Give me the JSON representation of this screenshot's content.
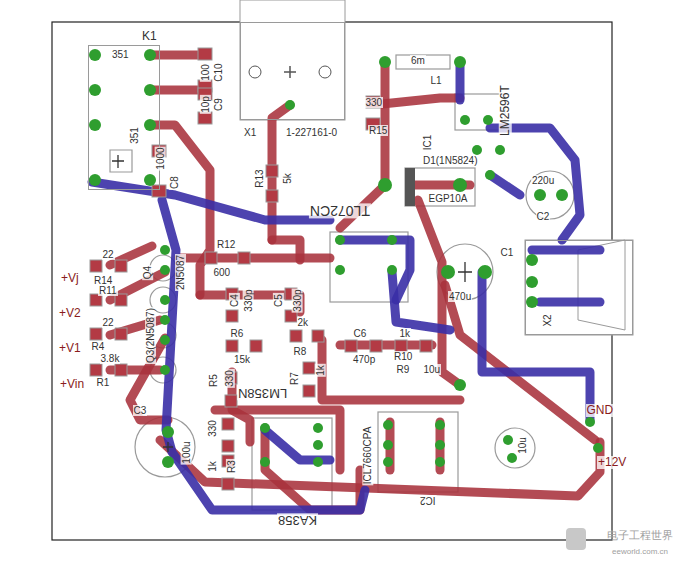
{
  "diagram": {
    "nodes": [
      {
        "text": [
          "K1",
          "351",
          "351"
        ]
      },
      {
        "text": [
          "X1",
          "1-227161-0"
        ]
      },
      {
        "text": [
          "X2"
        ]
      }
    ],
    "labels": [
      "100",
      "C10",
      "10p",
      "C9",
      "1000",
      "C8",
      "R13",
      "5k",
      "6m",
      "L1",
      "330",
      "R15",
      "IC1",
      "D1(1N5824)",
      "EGP10A",
      "LM2596T",
      "220u",
      "C2",
      "C1",
      "470u",
      "TL072CN",
      "R12",
      "600",
      "22",
      "R14",
      "+Vj",
      "Q4",
      "2N5087",
      "R11",
      "+V2",
      "22",
      "+V1",
      "R4",
      "3.8k",
      "R1",
      "+Vin",
      "Q3(2N5087)",
      "C4",
      "330p",
      "C5",
      "330p",
      "R6",
      "15k",
      "2k",
      "R8",
      "C6",
      "470p",
      "1k",
      "R10",
      "R9",
      "10u",
      "R5",
      "330",
      "R7",
      "1k",
      "LM358N",
      "C3",
      "100u",
      "330",
      "1k",
      "R3",
      "KA358",
      "ICL7660CPA",
      "IC2",
      "10u",
      "GND",
      "+12V",
      "电子工程世界",
      "eeworld.com.cn"
    ]
  }
}
